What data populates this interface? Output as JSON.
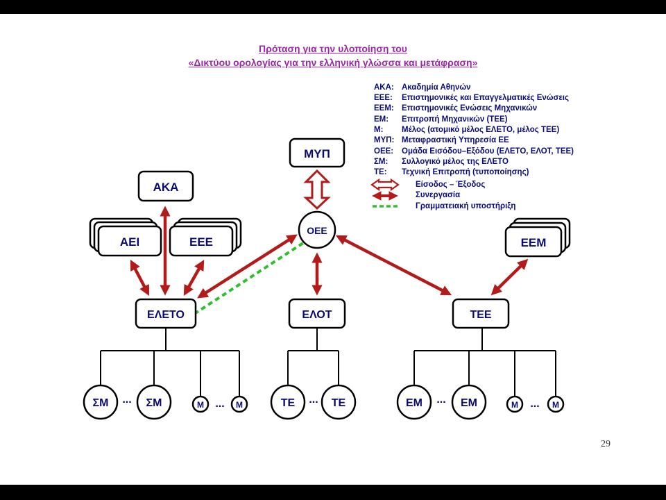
{
  "title": {
    "line1": "Πρόταση για την υλοποίηση του",
    "line2": "«Δικτύου ορολογίας για την ελληνική γλώσσα και μετάφραση»"
  },
  "legend": {
    "entries": [
      {
        "abbr": "ΑΚΑ:",
        "def": "Ακαδημία Αθηνών"
      },
      {
        "abbr": "ΕΕΕ:",
        "def": "Επιστημονικές και Επαγγελματικές Ενώσεις"
      },
      {
        "abbr": "ΕΕΜ:",
        "def": "Επιστημονικές Ενώσεις Μηχανικών"
      },
      {
        "abbr": "ΕΜ:",
        "def": "Επιτροπή Μηχανικών (ΤΕΕ)"
      },
      {
        "abbr": "Μ:",
        "def": "Μέλος (ατομικό μέλος ΕΛΕΤΟ, μέλος ΤΕΕ)"
      },
      {
        "abbr": "ΜΥΠ:",
        "def": "Μεταφραστική Υπηρεσία ΕΕ"
      },
      {
        "abbr": "ΟΕΕ:",
        "def": "Ομάδα Εισόδου–Εξόδου (ΕΛΕΤΟ, ΕΛΟΤ, ΤΕΕ)"
      },
      {
        "abbr": "ΣΜ:",
        "def": "Συλλογικό μέλος της ΕΛΕΤΟ"
      },
      {
        "abbr": "ΤΕ:",
        "def": "Τεχνική Επιτροπή (τυποποίησης)"
      }
    ],
    "symbols": {
      "io": "Είσοδος – Έξοδος",
      "coop": "Συνεργασία",
      "support": "Γραμματειακή υποστήριξη"
    }
  },
  "nodes": {
    "myp": "ΜΥΠ",
    "aka": "ΑΚΑ",
    "aei": "ΑΕΙ",
    "eee": "ΕΕΕ",
    "oee": "ΟΕΕ",
    "eem": "ΕΕΜ",
    "eleto": "ΕΛΕΤΟ",
    "elot": "ΕΛΟΤ",
    "tee": "ΤΕΕ"
  },
  "leaves": {
    "sm": "ΣΜ",
    "m": "Μ",
    "te": "ΤΕ",
    "em": "ΕΜ",
    "ellipsis": "..."
  },
  "page_number": "29",
  "colors": {
    "title": "#9b27a8",
    "text": "#0a0a6e",
    "arrow": "#b31b1b",
    "support_line": "#2fbf2f"
  }
}
